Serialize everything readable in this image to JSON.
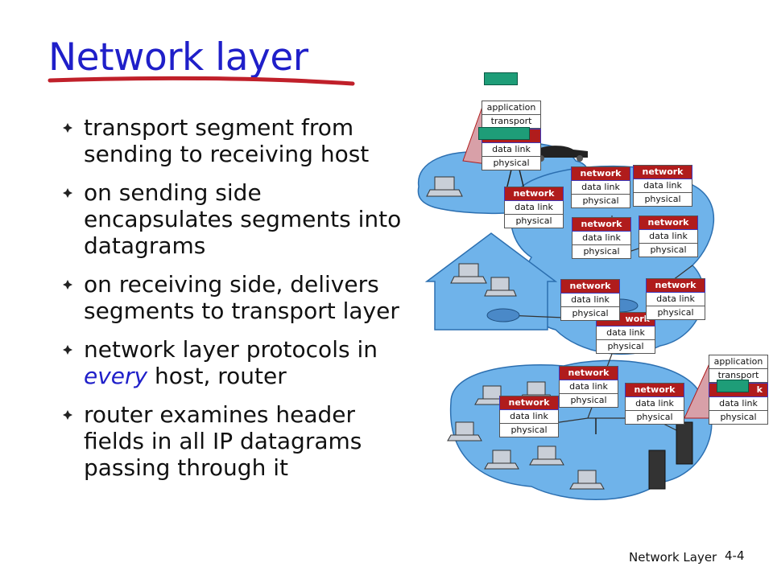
{
  "title": "Network layer",
  "bullets": [
    {
      "parts": [
        "transport segment from sending to receiving host"
      ]
    },
    {
      "parts": [
        "on sending side encapsulates segments into datagrams"
      ]
    },
    {
      "parts": [
        "on receiving side, delivers segments to transport layer"
      ]
    },
    {
      "parts": [
        "network layer protocols in ",
        "every",
        " host, router"
      ]
    },
    {
      "parts": [
        "router examines header fields in all IP datagrams passing through it"
      ]
    }
  ],
  "footer": {
    "label": "Network Layer",
    "page": "4-4"
  },
  "stacks": {
    "net": "network",
    "link": "data link",
    "phys": "physical",
    "app": "application",
    "trans": "transport",
    "net_partial": "work",
    "net_partial2": "k"
  },
  "colors": {
    "title": "#1f1fc9",
    "network_row": "#b01c1c",
    "cloud": "#5fa8e6",
    "packet": "#1e9d78"
  }
}
